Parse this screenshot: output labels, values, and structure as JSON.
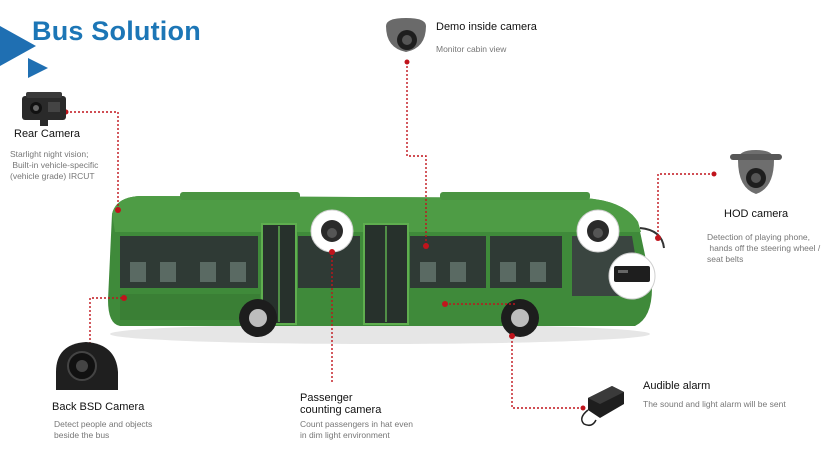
{
  "title": "Bus Solution",
  "colors": {
    "title": "#1c76b6",
    "accent_arrow": "#1f6fb2",
    "leader": "#c0141c",
    "bus_green": "#3f8a3a"
  },
  "callouts": {
    "rear_camera": {
      "label": "Rear Camera",
      "desc": [
        "Starlight night vision;",
        " Built-in vehicle-specific",
        "(vehicle grade) IRCUT"
      ]
    },
    "demo_camera": {
      "label": "Demo inside camera",
      "desc": [
        "Monitor cabin view"
      ]
    },
    "hod_camera": {
      "label": "HOD camera",
      "desc": [
        "Detection of playing phone,",
        " hands off the steering wheel /",
        "seat belts"
      ]
    },
    "bsd_camera": {
      "label": "Back BSD Camera",
      "desc": [
        "Detect people and objects",
        "beside the bus"
      ]
    },
    "passenger_camera": {
      "label": [
        "Passenger",
        "counting camera"
      ],
      "desc": [
        "Count passengers in hat even",
        "in dim light environment"
      ]
    },
    "audible_alarm": {
      "label": "Audible alarm",
      "desc": [
        "The sound and light alarm will be sent"
      ]
    }
  }
}
